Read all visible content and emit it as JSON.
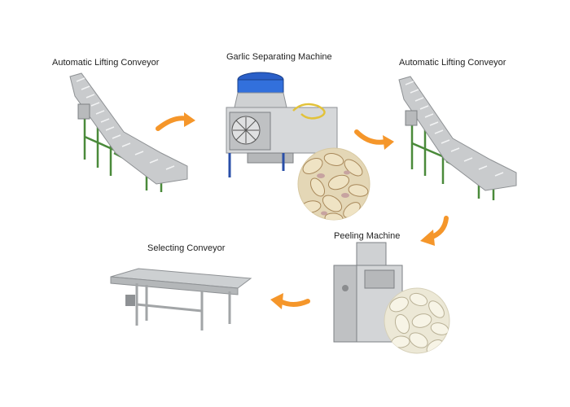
{
  "labels": {
    "lifting_conveyor_1": "Automatic Lifting Conveyor",
    "separating_machine": "Garlic Separating Machine",
    "lifting_conveyor_2": "Automatic Lifting Conveyor",
    "peeling_machine": "Peeling Machine",
    "selecting_conveyor": "Selecting Conveyor"
  },
  "colors": {
    "arrow": "#f5962a",
    "frame": "#4a8a3a",
    "steel": "#c9cbcd",
    "motor_blue": "#2a5fc8",
    "garlic_clove": "#efe3c4",
    "peeled_garlic": "#f7f4e6"
  }
}
